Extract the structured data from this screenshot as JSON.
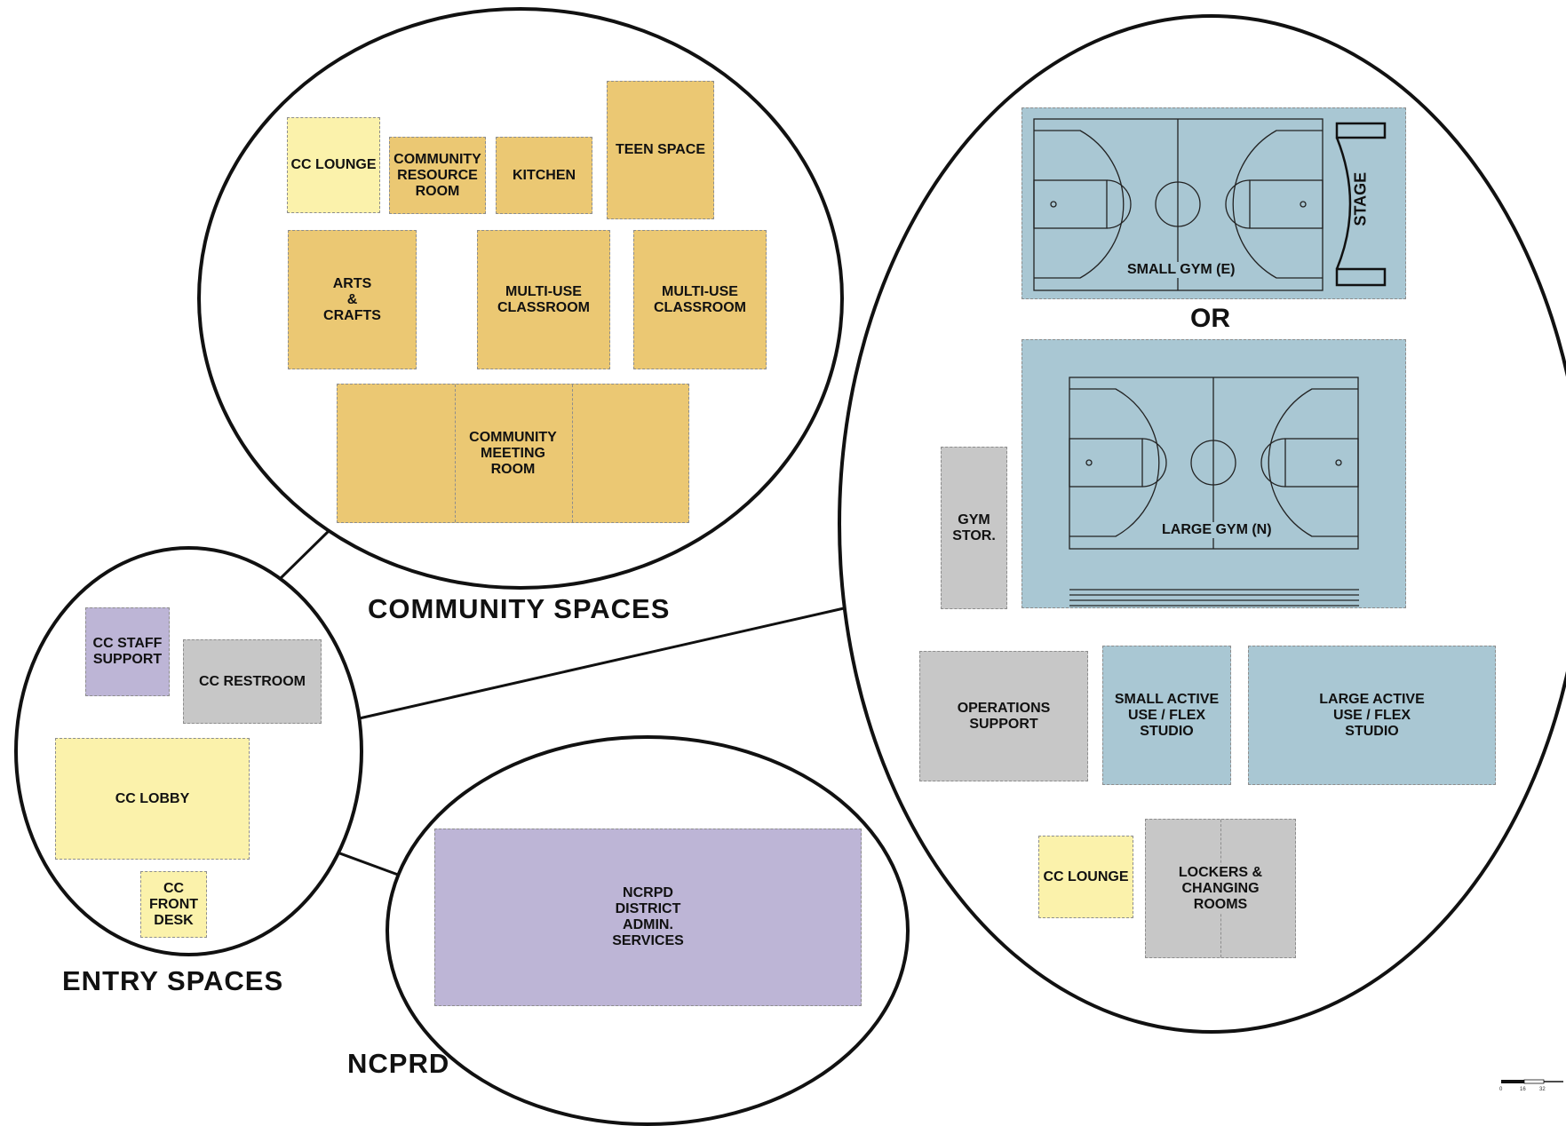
{
  "colors": {
    "entry_yellow": "#fbf2ab",
    "community_gold": "#ebc873",
    "admin_purple": "#bdb5d6",
    "support_gray": "#c7c7c7",
    "athletic_blue": "#a9c7d3"
  },
  "groups": {
    "community": {
      "title": "COMMUNITY SPACES",
      "rooms": {
        "cc_lounge": "CC LOUNGE",
        "resource_room": "COMMUNITY\nRESOURCE\nROOM",
        "kitchen": "KITCHEN",
        "teen_space": "TEEN SPACE",
        "arts_crafts": "ARTS\n&\nCRAFTS",
        "multi_use_1": "MULTI-USE\nCLASSROOM",
        "multi_use_2": "MULTI-USE\nCLASSROOM",
        "meeting_room": "COMMUNITY\nMEETING\nROOM"
      }
    },
    "entry": {
      "title": "ENTRY SPACES",
      "rooms": {
        "staff_support": "CC STAFF\nSUPPORT",
        "restroom": "CC RESTROOM",
        "lobby": "CC LOBBY",
        "front_desk": "CC\nFRONT\nDESK"
      }
    },
    "ncprd": {
      "title": "NCPRD",
      "rooms": {
        "district_admin": "NCRPD\nDISTRICT\nADMIN.\nSERVICES"
      }
    },
    "athletic": {
      "or_label": "OR",
      "stage_label": "STAGE",
      "small_gym": "SMALL GYM (E)",
      "large_gym": "LARGE GYM (N)",
      "rooms": {
        "gym_storage": "GYM\nSTOR.",
        "operations_support": "OPERATIONS\nSUPPORT",
        "small_flex": "SMALL ACTIVE\nUSE / FLEX\nSTUDIO",
        "large_flex": "LARGE ACTIVE\nUSE / FLEX\nSTUDIO",
        "cc_lounge": "CC LOUNGE",
        "lockers": "LOCKERS &\nCHANGING\nROOMS"
      }
    }
  },
  "scale_bar": {
    "ticks": [
      "0",
      "16",
      "32"
    ]
  }
}
